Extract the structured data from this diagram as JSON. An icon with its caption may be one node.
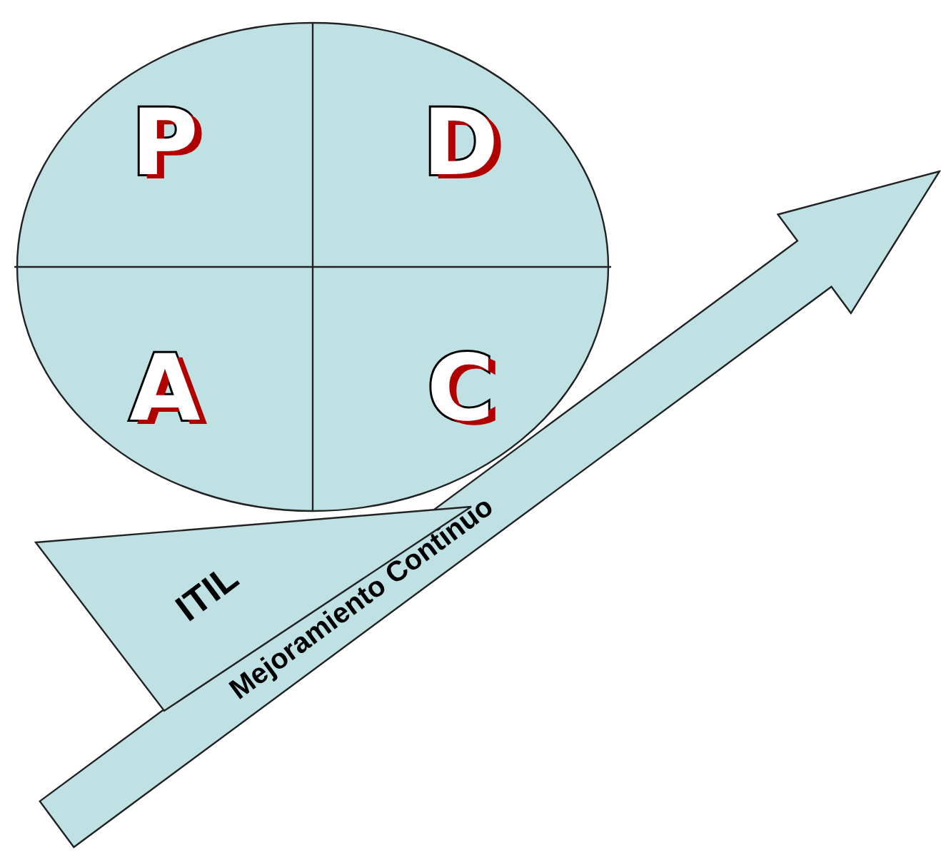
{
  "diagram": {
    "nodes": [
      {
        "text": [],
        "shape": "circle"
      },
      {
        "text": [
          "P"
        ],
        "in": 0
      },
      {
        "text": [
          "D"
        ],
        "in": 0
      },
      {
        "text": [
          "A"
        ],
        "in": 0
      },
      {
        "text": [
          "C"
        ],
        "in": 0
      },
      {
        "text": [
          "ITIL"
        ]
      },
      {
        "text": [
          "Mejoramiento Continuo"
        ]
      }
    ]
  }
}
